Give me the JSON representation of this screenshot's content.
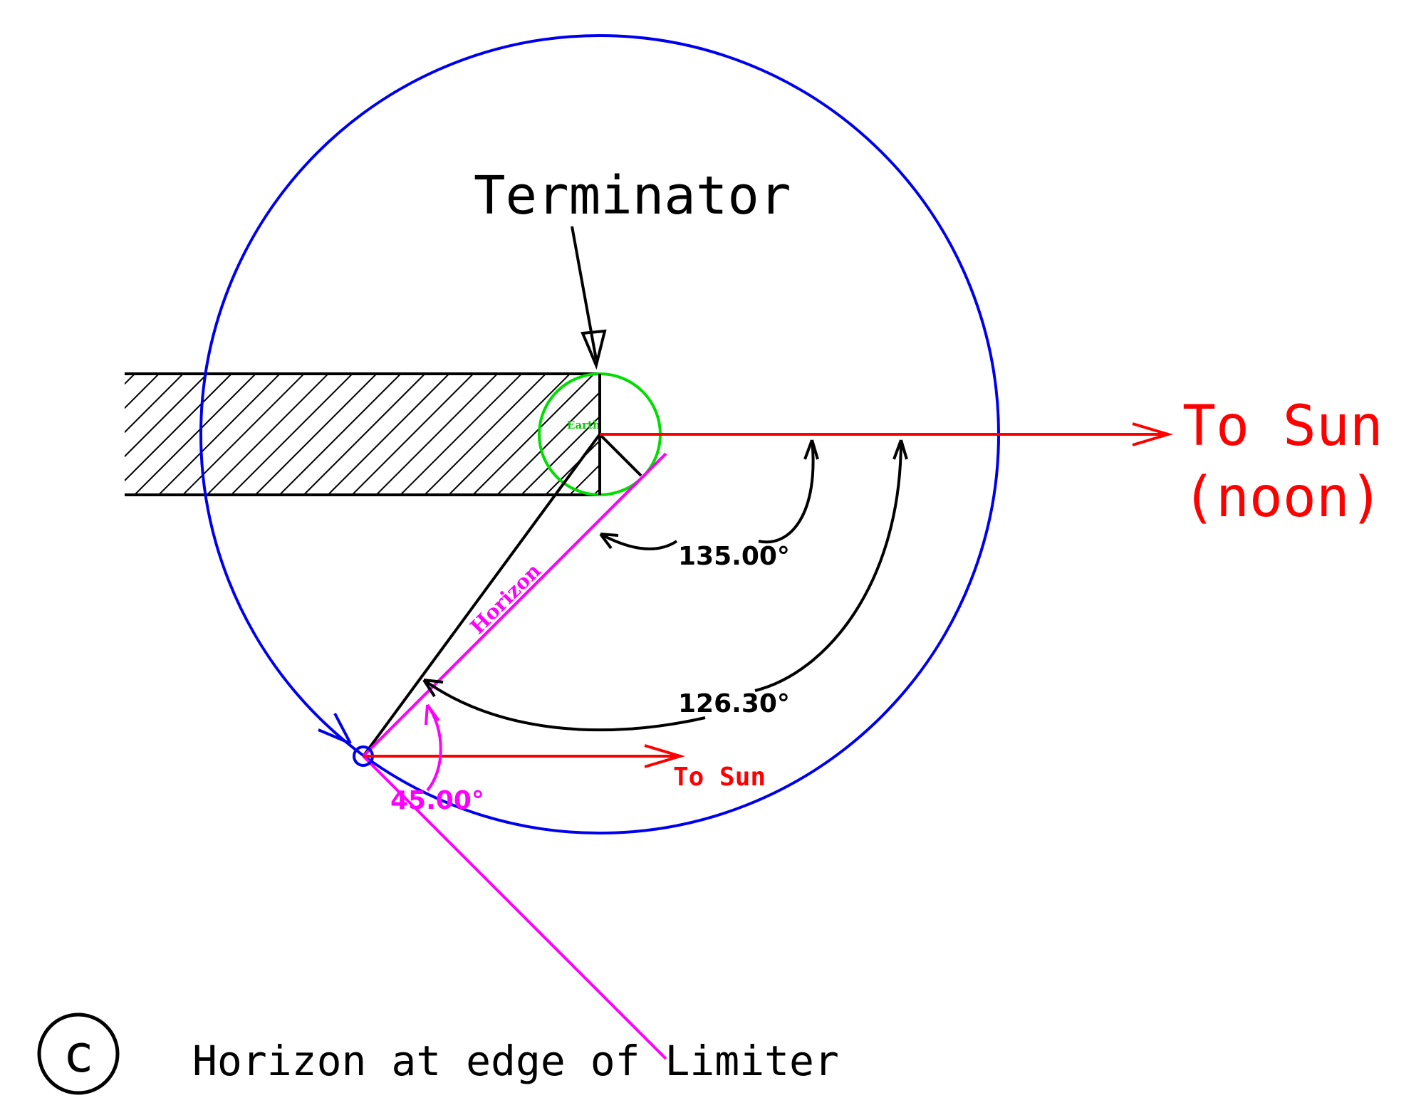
{
  "labels": {
    "terminator": "Terminator",
    "earth": "Earth",
    "to_sun_noon_line1": "To Sun",
    "to_sun_noon_line2": "(noon)",
    "to_sun": "To Sun",
    "horizon": "Horizon",
    "angle_135": "135.00°",
    "angle_126": "126.30°",
    "angle_45": "45.00°",
    "panel_letter": "c",
    "caption": "Horizon at edge of Limiter"
  },
  "colors": {
    "orbit": "#0000ee",
    "earth": "#00dd00",
    "sun": "#ff0000",
    "horizon": "#ff00ff",
    "ink": "#000000"
  }
}
